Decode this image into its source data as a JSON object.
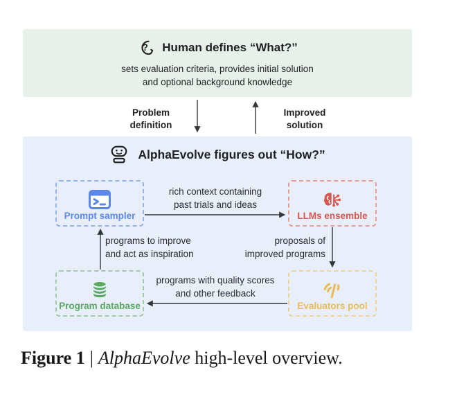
{
  "human_box": {
    "title": "Human defines “What?”",
    "subtitle_line1": "sets evaluation criteria, provides initial solution",
    "subtitle_line2": "and optional background knowledge",
    "bg_color": "#e7f1ea"
  },
  "flow_labels": {
    "problem_line1": "Problem",
    "problem_line2": "definition",
    "improved_line1": "Improved",
    "improved_line2": "solution"
  },
  "alphaevolve_box": {
    "title": "AlphaEvolve figures out “How?”",
    "bg_color": "#e8effb"
  },
  "nodes": {
    "prompt_sampler": {
      "label": "Prompt sampler",
      "accent_color": "#5b87e8",
      "icon": "terminal-icon"
    },
    "llms_ensemble": {
      "label": "LLMs ensemble",
      "accent_color": "#d5584e",
      "icon": "brain-network-icon"
    },
    "program_database": {
      "label": "Program database",
      "accent_color": "#58a85f",
      "icon": "database-icon"
    },
    "evaluators_pool": {
      "label": "Evaluators pool",
      "accent_color": "#e9bc54",
      "icon": "fan-icon"
    }
  },
  "edges": {
    "context_line1": "rich context containing",
    "context_line2": "past trials and ideas",
    "proposals_line1": "proposals of",
    "proposals_line2": "improved programs",
    "feedback_line1": "programs with quality scores",
    "feedback_line2": "and other feedback",
    "inspiration_line1": "programs to improve",
    "inspiration_line2": "and act as inspiration"
  },
  "caption": {
    "figure_label": "Figure 1",
    "separator": "|",
    "title_italic": "AlphaEvolve",
    "rest": "high-level overview."
  }
}
